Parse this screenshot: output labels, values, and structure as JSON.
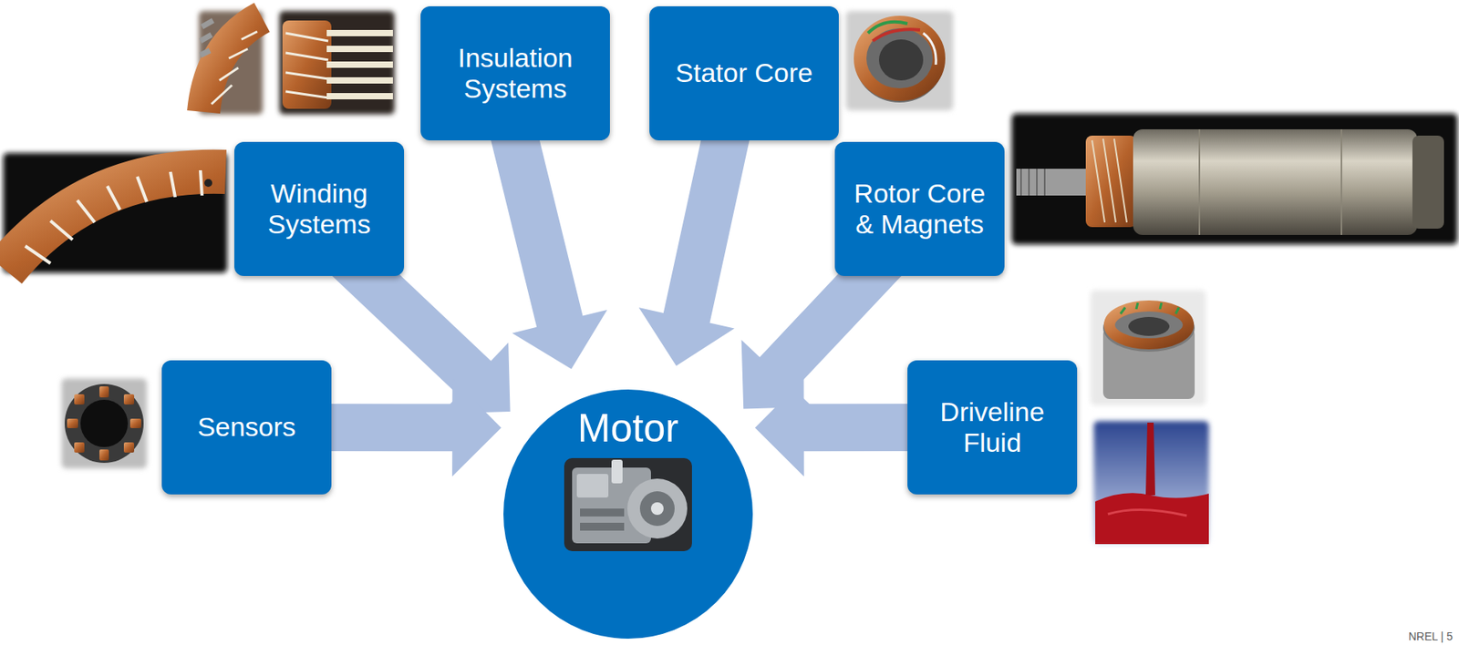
{
  "diagram": {
    "nodes": [
      {
        "text": [
          "Insulation Systems"
        ]
      },
      {
        "text": [
          "Stator Core"
        ]
      },
      {
        "text": [
          "Winding Systems"
        ]
      },
      {
        "text": [
          "Rotor Core & Magnets"
        ]
      },
      {
        "text": [
          "Sensors"
        ]
      },
      {
        "text": [
          "Motor"
        ]
      },
      {
        "text": [
          "Driveline Fluid"
        ]
      }
    ],
    "edges": [
      {
        "from": 0,
        "to": 5,
        "arrow": "to"
      },
      {
        "from": 1,
        "to": 5,
        "arrow": "to"
      },
      {
        "from": 2,
        "to": 5,
        "arrow": "to"
      },
      {
        "from": 3,
        "to": 5,
        "arrow": "to"
      },
      {
        "from": 4,
        "to": 5,
        "arrow": "to"
      },
      {
        "from": 6,
        "to": 5,
        "arrow": "to"
      }
    ],
    "labels": [
      "NREL | 5"
    ]
  }
}
